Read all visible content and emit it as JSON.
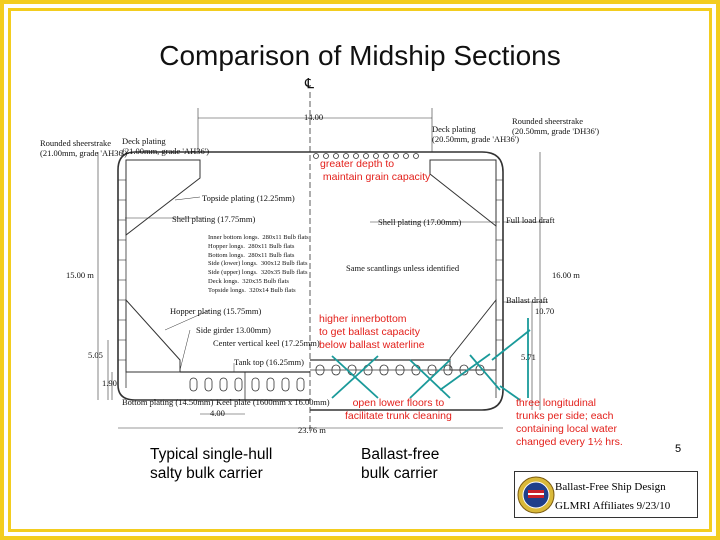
{
  "slide": {
    "title": "Comparison of Midship Sections",
    "number": "5"
  },
  "drawing": {
    "centerline": "℄",
    "width_dim": "14.00",
    "bottom_dim": "23.76 m",
    "keel_dim": "4.00",
    "left_height": "15.00 m",
    "right_height": "16.00 m",
    "left_dim_505": "5.05",
    "left_dim_190": "1.90",
    "right_dim_1070": "10.70",
    "right_dim_571": "5.71",
    "left_notes": {
      "rounded_sheerstrake": "Rounded sheerstrake\n(21.00mm, grade 'AH36')",
      "deck_plating": "Deck plating\n(21.00mm, grade 'AH36')",
      "topside_plating": "Topside plating (12.25mm)",
      "shell_plating": "Shell plating (17.75mm)",
      "scantlings": "Inner bottom longs.  280x11 Bulb flats\nHopper longs.  280x11 Bulb flats\nBottom longs.  280x11 Bulb flats\nSide (lower) longs.  300x12 Bulb flats\nSide (upper) longs.  320x35 Bulb flats\nDeck longs.  320x35 Bulb flats\nTopside longs.  320x14 Bulb flats",
      "hopper_plating": "Hopper plating (15.75mm)",
      "side_girder": "Side girder 13.00mm)",
      "center_keel": "Center vertical keel (17.25mm)",
      "tank_top": "Tank top (16.25mm)",
      "bottom_plating": "Bottom plating (14.50mm)",
      "keel_plate": "Keel plate (1600mm x 16.00mm)"
    },
    "right_notes": {
      "deck_plating": "Deck plating\n(20.50mm, grade 'AH36')",
      "rounded_sheerstrake": "Rounded sheerstrake\n(20.50mm, grade 'DH36')",
      "shell_plating": "Shell plating (17.00mm)",
      "same_scantlings": "Same scantlings unless identified",
      "full_load_draft": "Full load draft",
      "ballast_draft": "Ballast draft"
    }
  },
  "annotations": {
    "greater_depth": "greater depth to\n maintain grain capacity",
    "higher_innerbottom": "higher innerbottom\nto get ballast capacity\nbelow ballast waterline",
    "open_floors": "open lower floors to\nfacilitate trunk cleaning",
    "three_trunks": "three longitudinal\ntrunks per side; each\ncontaining local water\nchanged every 1½ hrs."
  },
  "captions": {
    "left": "Typical single-hull\nsalty bulk carrier",
    "right": "Ballast-free\nbulk carrier"
  },
  "footer": {
    "line1": "Ballast-Free Ship Design",
    "line2": "GLMRI Affiliates 9/23/10"
  },
  "colors": {
    "frame": "#f3cd1f",
    "annotation_red": "#e3201b",
    "teal": "#1a9a9a",
    "drawing": "#333333"
  }
}
